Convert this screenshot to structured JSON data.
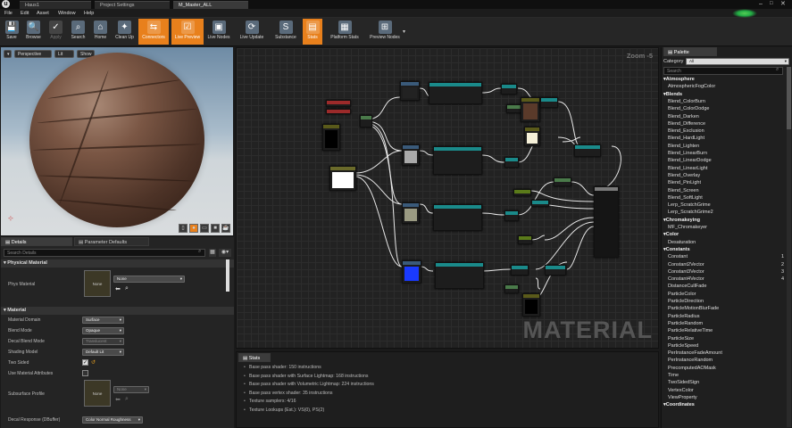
{
  "window": {
    "tabs": [
      {
        "label": "Haus1"
      },
      {
        "label": "Project Settings"
      },
      {
        "label": "M_Master_ALL"
      }
    ]
  },
  "menu": [
    "File",
    "Edit",
    "Asset",
    "Window",
    "Help"
  ],
  "toolbar": [
    {
      "label": "Save",
      "icon": "save-icon",
      "glyph": "💾",
      "state": "normal"
    },
    {
      "label": "Browse",
      "icon": "browse-icon",
      "glyph": "🔍",
      "state": "normal"
    },
    {
      "label": "Apply",
      "icon": "apply-icon",
      "glyph": "✓",
      "state": "disabled"
    },
    {
      "label": "Search",
      "icon": "binoculars-icon",
      "glyph": "⌕",
      "state": "normal"
    },
    {
      "label": "Home",
      "icon": "home-icon",
      "glyph": "⌂",
      "state": "normal"
    },
    {
      "label": "Clean Up",
      "icon": "broom-icon",
      "glyph": "✦",
      "state": "normal"
    },
    {
      "label": "Connectors",
      "icon": "connectors-icon",
      "glyph": "⇆",
      "state": "active"
    },
    {
      "label": "Live Preview",
      "icon": "live-preview-icon",
      "glyph": "☑",
      "state": "active"
    },
    {
      "label": "Live Nodes",
      "icon": "live-nodes-icon",
      "glyph": "▣",
      "state": "normal"
    },
    {
      "label": "Live Update",
      "icon": "live-update-icon",
      "glyph": "⟳",
      "state": "normal"
    },
    {
      "label": "Substance",
      "icon": "substance-icon",
      "glyph": "S",
      "state": "normal"
    },
    {
      "label": "Stats",
      "icon": "stats-icon",
      "glyph": "▤",
      "state": "active"
    },
    {
      "label": "Platform Stats",
      "icon": "platform-stats-icon",
      "glyph": "▦",
      "state": "normal"
    },
    {
      "label": "Preview Nodes",
      "icon": "preview-nodes-icon",
      "glyph": "⊞",
      "state": "normal"
    }
  ],
  "viewport": {
    "perspective": "Perspective",
    "lit": "Lit",
    "show": "Show"
  },
  "details": {
    "tabs": [
      {
        "label": "Details"
      },
      {
        "label": "Parameter Defaults"
      }
    ],
    "search_placeholder": "Search Details",
    "physical_material": {
      "header": "Physical Material",
      "label": "Phys Material",
      "thumb": "None",
      "value": "None"
    },
    "material": {
      "header": "Material",
      "rows": [
        {
          "label": "Material Domain",
          "value": "Surface",
          "kind": "combo"
        },
        {
          "label": "Blend Mode",
          "value": "Opaque",
          "kind": "combo"
        },
        {
          "label": "Decal Blend Mode",
          "value": "Translucent",
          "kind": "combo-disabled"
        },
        {
          "label": "Shading Model",
          "value": "Default Lit",
          "kind": "combo"
        },
        {
          "label": "Two Sided",
          "value": "",
          "kind": "check"
        },
        {
          "label": "Use Material Attributes",
          "value": "",
          "kind": "check-off"
        }
      ],
      "subsurface": {
        "label": "Subsurface Profile",
        "thumb": "None",
        "value": "None"
      },
      "decal_response": {
        "label": "Decal Response (DBuffer)",
        "value": "Color Normal Roughness"
      }
    }
  },
  "graph": {
    "zoom": "Zoom -5",
    "watermark": "MATERIAL"
  },
  "stats": {
    "tab": "Stats",
    "lines": [
      "Base pass shader: 150 instructions",
      "Base pass shader with Surface Lightmap: 168 instructions",
      "Base pass shader with Volumetric Lightmap: 224 instructions",
      "Base pass vertex shader: 35 instructions",
      "Texture samplers: 4/16",
      "Texture Lookups (Est.): VS(0), PS(2)"
    ]
  },
  "palette": {
    "title": "Palette",
    "category_label": "Category",
    "category_value": "All",
    "search_placeholder": "Search",
    "items": [
      {
        "t": "Atmosphere",
        "cat": true
      },
      {
        "t": "AtmosphericFogColor"
      },
      {
        "t": "Blends",
        "cat": true
      },
      {
        "t": "Blend_ColorBurn"
      },
      {
        "t": "Blend_ColorDodge"
      },
      {
        "t": "Blend_Darken"
      },
      {
        "t": "Blend_Difference"
      },
      {
        "t": "Blend_Exclusion"
      },
      {
        "t": "Blend_HardLight"
      },
      {
        "t": "Blend_Lighten"
      },
      {
        "t": "Blend_LinearBurn"
      },
      {
        "t": "Blend_LinearDodge"
      },
      {
        "t": "Blend_LinearLight"
      },
      {
        "t": "Blend_Overlay"
      },
      {
        "t": "Blend_PinLight"
      },
      {
        "t": "Blend_Screen"
      },
      {
        "t": "Blend_SoftLight"
      },
      {
        "t": "Lerp_ScratchGrime"
      },
      {
        "t": "Lerp_ScratchGrime2"
      },
      {
        "t": "Chromakeying",
        "cat": true
      },
      {
        "t": "MF_Chromakeyer"
      },
      {
        "t": "Color",
        "cat": true
      },
      {
        "t": "Desaturation"
      },
      {
        "t": "Constants",
        "cat": true
      },
      {
        "t": "Constant",
        "hk": "1"
      },
      {
        "t": "Constant2Vector",
        "hk": "2"
      },
      {
        "t": "Constant3Vector",
        "hk": "3"
      },
      {
        "t": "Constant4Vector",
        "hk": "4"
      },
      {
        "t": "DistanceCullFade"
      },
      {
        "t": "ParticleColor"
      },
      {
        "t": "ParticleDirection"
      },
      {
        "t": "ParticleMotionBlurFade"
      },
      {
        "t": "ParticleRadius"
      },
      {
        "t": "ParticleRandom"
      },
      {
        "t": "ParticleRelativeTime"
      },
      {
        "t": "ParticleSize"
      },
      {
        "t": "ParticleSpeed"
      },
      {
        "t": "PerInstanceFadeAmount"
      },
      {
        "t": "PerInstanceRandom"
      },
      {
        "t": "PrecomputedAOMask"
      },
      {
        "t": "Time"
      },
      {
        "t": "TwoSidedSign"
      },
      {
        "t": "VertexColor"
      },
      {
        "t": "ViewProperty"
      },
      {
        "t": "Coordinates",
        "cat": true
      }
    ]
  }
}
